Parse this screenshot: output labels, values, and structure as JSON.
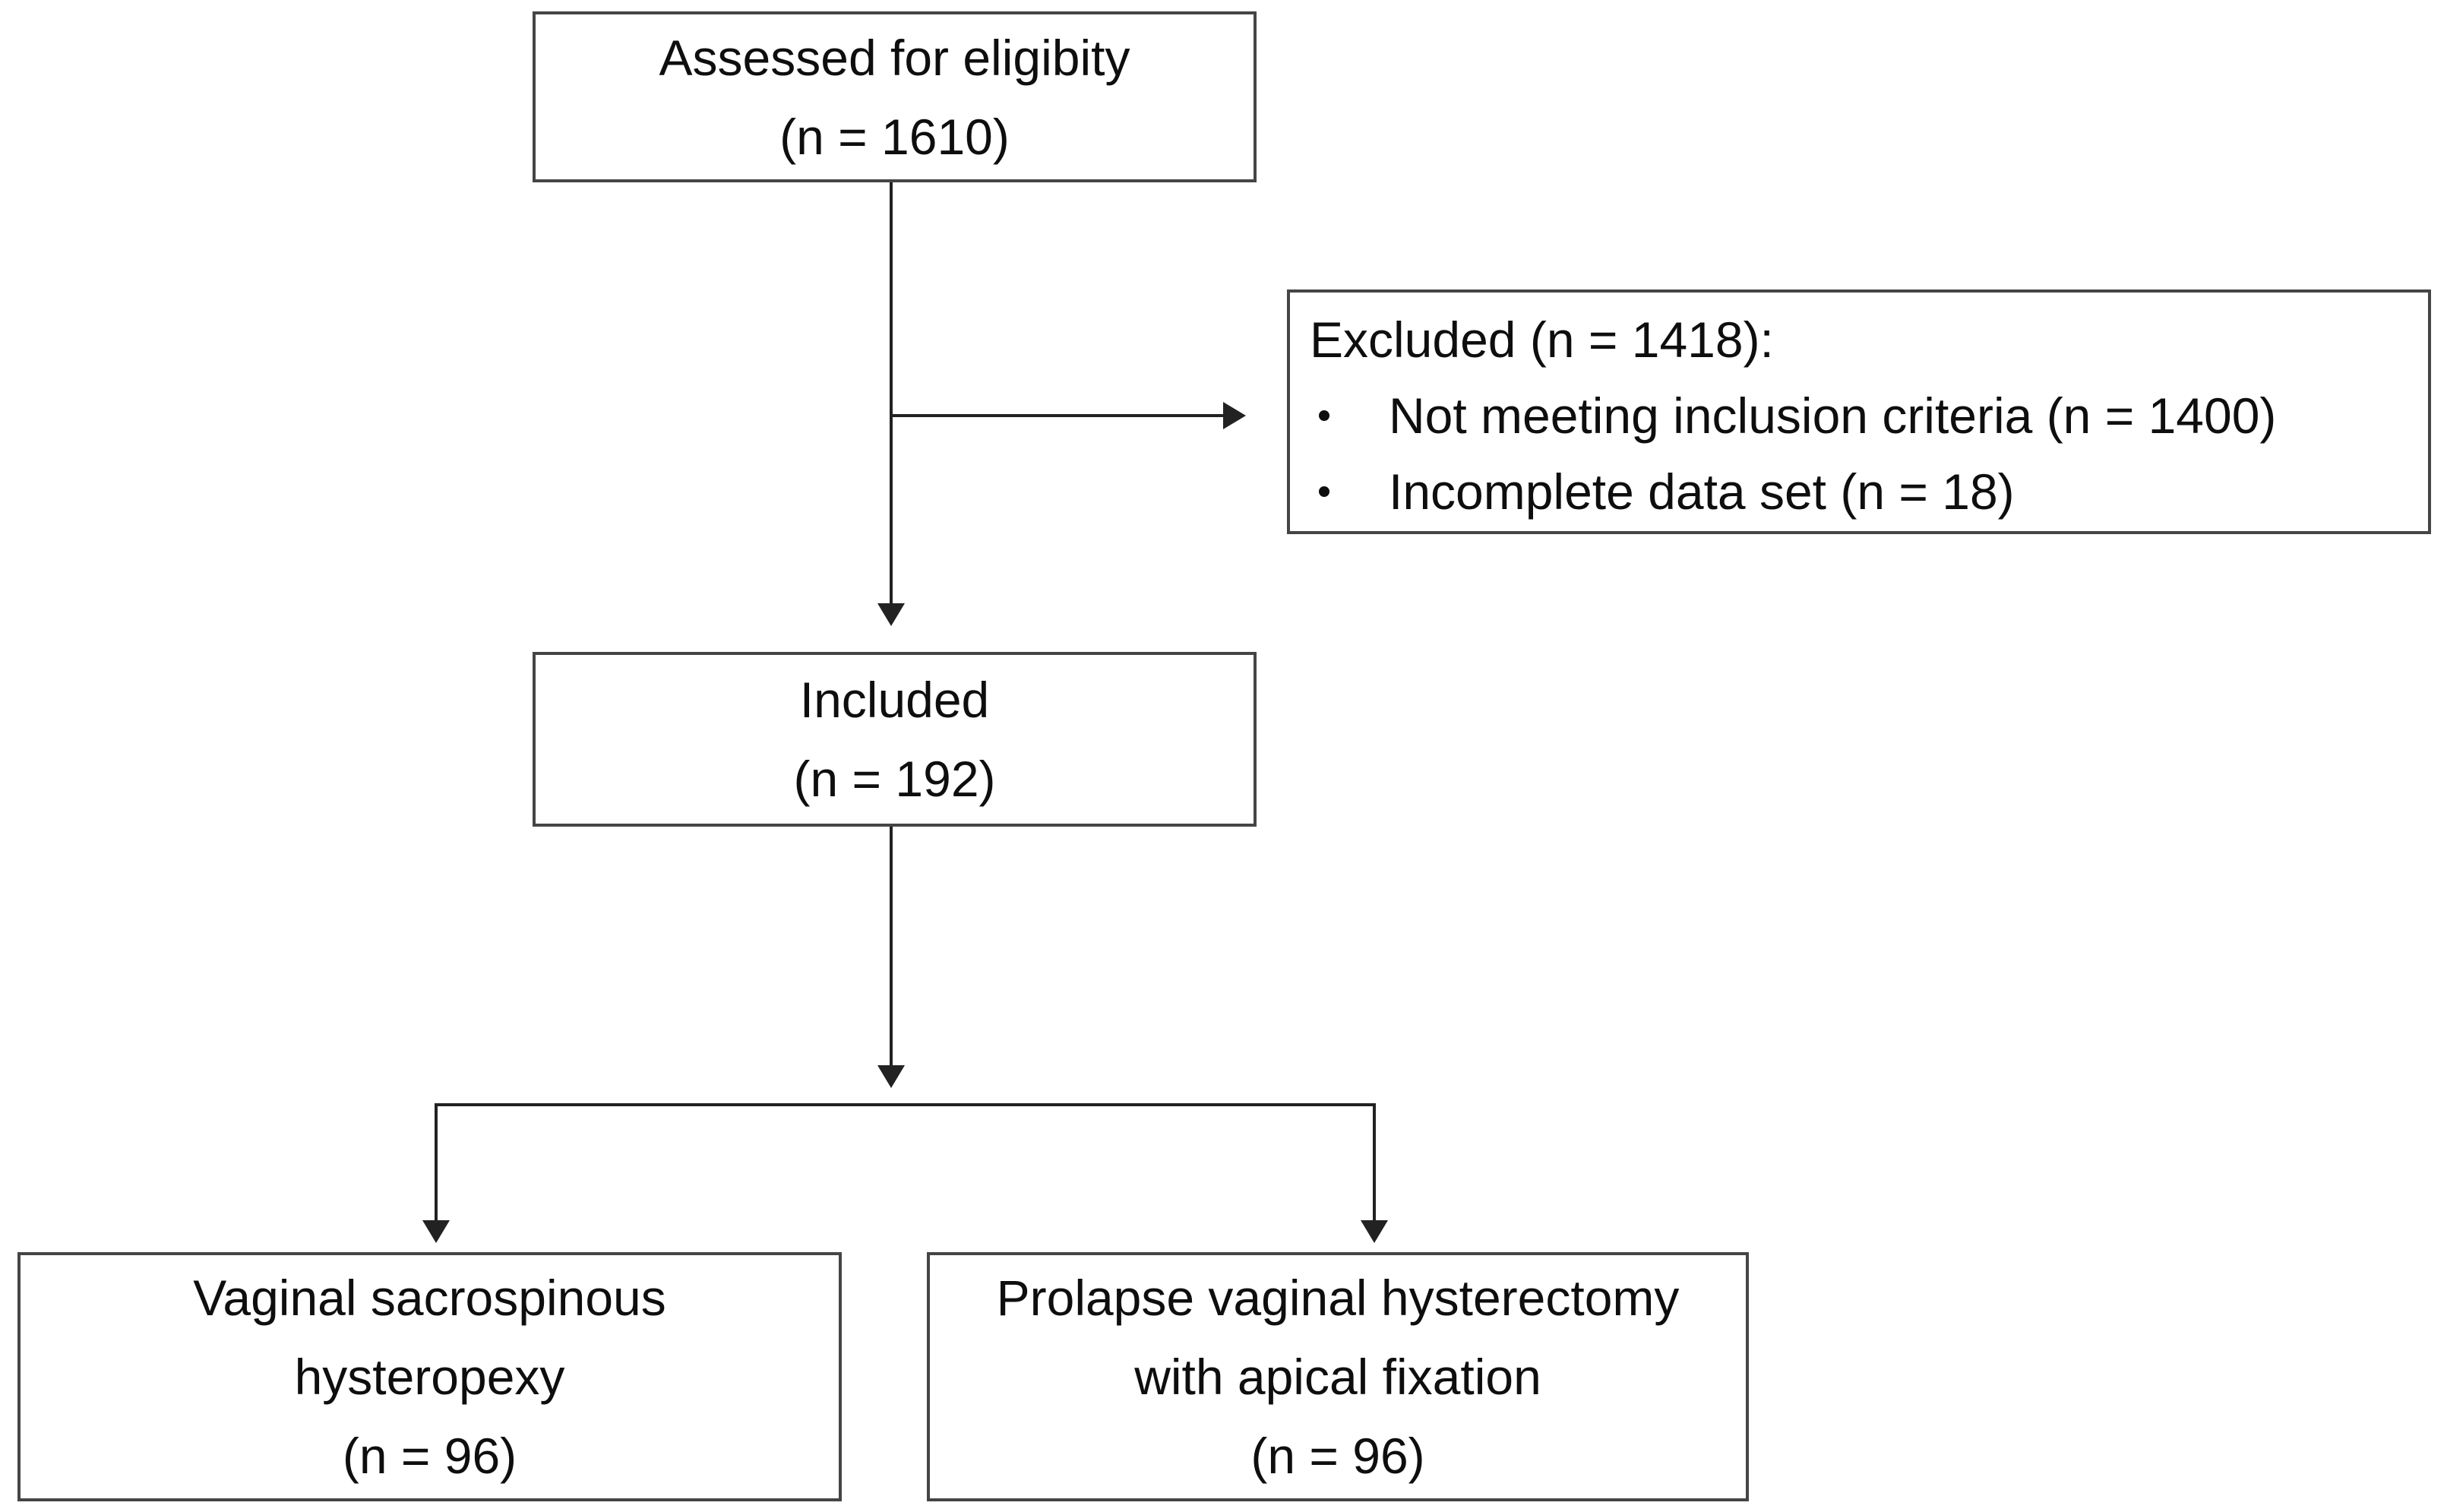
{
  "diagram": {
    "type": "consort-flowchart",
    "colors": {
      "background": "#ffffff",
      "box_border": "#454545",
      "connector": "#222222",
      "text": "#0e0e0e"
    },
    "nodes": {
      "assessed": {
        "lines": [
          "Assessed for eligibity",
          "(n = 1610)"
        ]
      },
      "excluded": {
        "heading": "Excluded (n = 1418):",
        "bullets": [
          "Not meeting inclusion criteria (n = 1400)",
          "Incomplete data set (n = 18)"
        ]
      },
      "included": {
        "lines": [
          "Included",
          "(n = 192)"
        ]
      },
      "arm_left": {
        "lines": [
          "Vaginal sacrospinous",
          "hysteropexy",
          "(n = 96)"
        ]
      },
      "arm_right": {
        "lines": [
          "Prolapse vaginal hysterectomy",
          "with apical fixation",
          "(n = 96)"
        ]
      }
    }
  }
}
